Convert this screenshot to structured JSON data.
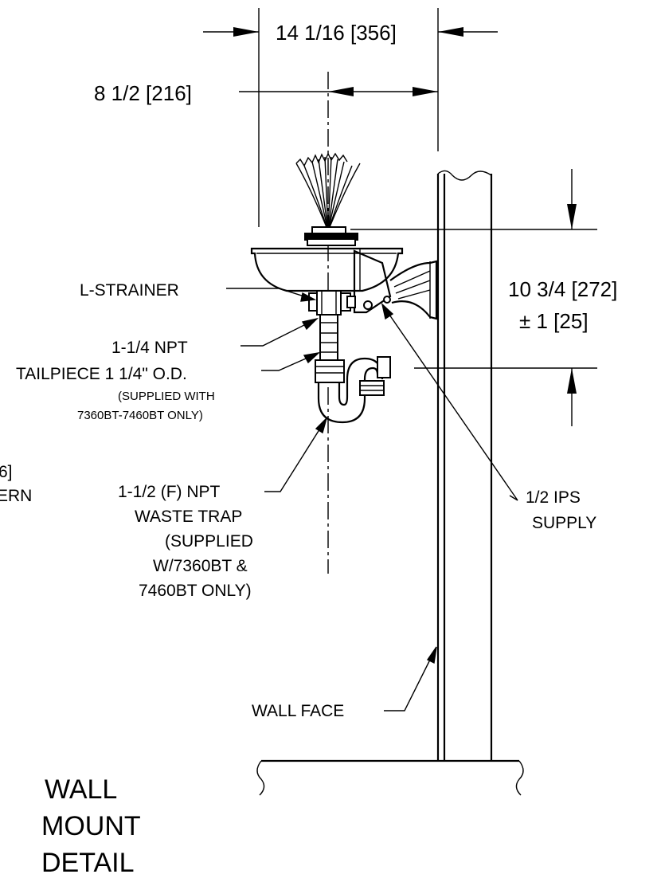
{
  "dimensions": {
    "overall_width": "14 1/16 [356]",
    "centerline_offset": "8 1/2 [216]",
    "height_main": "10 3/4 [272]",
    "height_tolerance": "± 1 [25]"
  },
  "callouts": {
    "l_strainer": "L-STRAINER",
    "npt_114": "1-1/4 NPT",
    "tailpiece": "TAILPIECE 1 1/4\" O.D.",
    "tailpiece_note_1": "(SUPPLIED WITH",
    "tailpiece_note_2": "7360BT-7460BT ONLY)",
    "trap_1": "1-1/2 (F) NPT",
    "trap_2": "WASTE TRAP",
    "trap_3": "(SUPPLIED",
    "trap_4": "W/7360BT &",
    "trap_5": "7460BT ONLY)",
    "supply_1": "1/2 IPS",
    "supply_2": "SUPPLY",
    "wall_face": "WALL FACE",
    "cut_left_1": "6]",
    "cut_left_2": "ERN"
  },
  "title": {
    "line1": "WALL",
    "line2": "MOUNT",
    "line3": "DETAIL"
  }
}
